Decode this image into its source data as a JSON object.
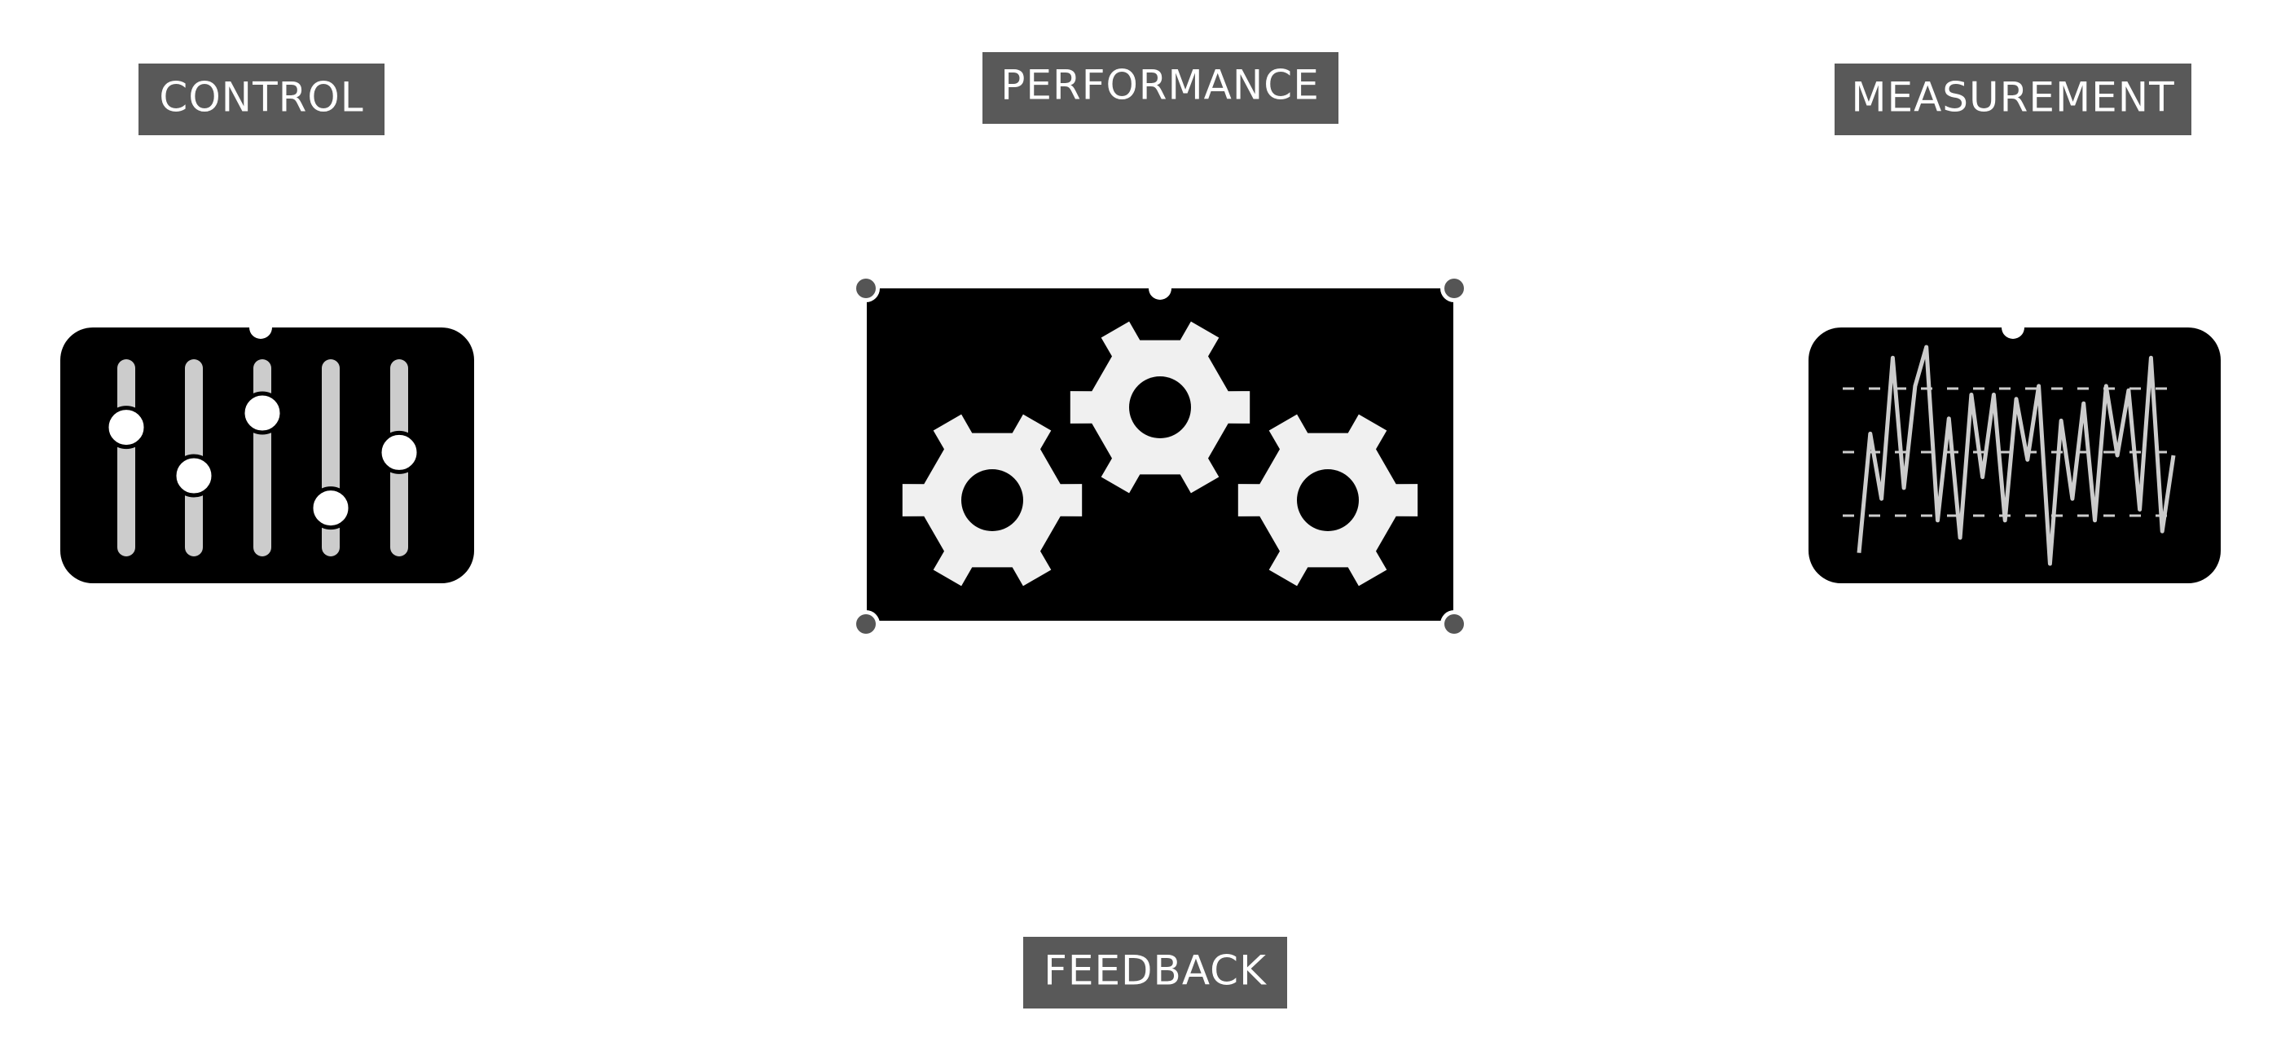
{
  "diagram": {
    "colors": {
      "label_background": "#595959",
      "label_text": "#ffffff",
      "panel_fill": "#000000",
      "icon_fill": "#f0f0f0",
      "slider_track": "#cccccc",
      "handle": "#555555",
      "background": "#ffffff"
    },
    "labels": {
      "control": "CONTROL",
      "performance": "PERFORMANCE",
      "measurement": "MEASUREMENT",
      "feedback": "FEEDBACK"
    },
    "control_panel": {
      "icon": "sliders-icon",
      "slider_levels": [
        0.67,
        0.4,
        0.75,
        0.22,
        0.53
      ]
    },
    "performance_panel": {
      "icon": "gears-icon",
      "selected": true
    },
    "measurement_panel": {
      "icon": "waveform-icon",
      "signal": [
        0.05,
        0.6,
        0.3,
        0.95,
        0.35,
        0.82,
        1.0,
        0.2,
        0.67,
        0.12,
        0.78,
        0.4,
        0.78,
        0.2,
        0.76,
        0.48,
        0.82,
        0.0,
        0.66,
        0.3,
        0.74,
        0.2,
        0.82,
        0.5,
        0.8,
        0.25,
        0.95,
        0.15,
        0.5
      ]
    }
  }
}
